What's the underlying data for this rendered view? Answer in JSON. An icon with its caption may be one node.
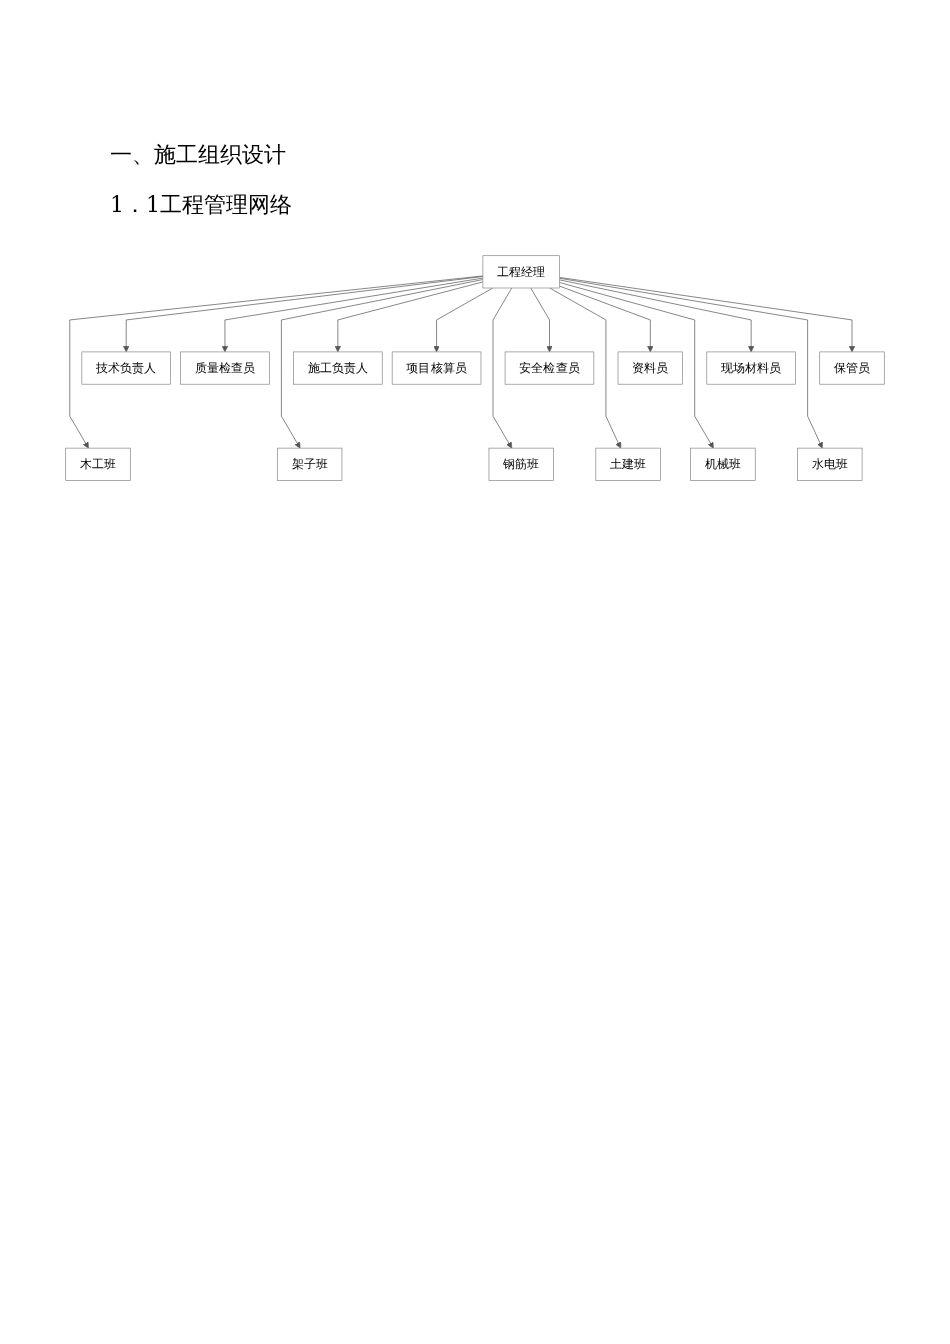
{
  "diagram": {
    "title": "一、施工组织设计",
    "labels": [
      "1．1工程管理网络"
    ],
    "nodes": [
      {
        "text": [
          "工程经理"
        ]
      },
      {
        "text": [
          "技术负责人"
        ]
      },
      {
        "text": [
          "施工负责人"
        ]
      },
      {
        "text": [
          "质量检查员"
        ]
      },
      {
        "text": [
          "安全检查员"
        ]
      },
      {
        "text": [
          "资料员"
        ]
      },
      {
        "text": [
          "项目核算员"
        ]
      },
      {
        "text": [
          "现场材料员"
        ]
      },
      {
        "text": [
          "保管员"
        ]
      },
      {
        "text": [
          "木工班"
        ]
      },
      {
        "text": [
          "架子班"
        ]
      },
      {
        "text": [
          "钢筋班"
        ]
      },
      {
        "text": [
          "土建班"
        ]
      },
      {
        "text": [
          "机械班"
        ]
      },
      {
        "text": [
          "水电班"
        ]
      }
    ],
    "edges": [
      {
        "from": 0,
        "to": 1,
        "arrow": "to"
      },
      {
        "from": 0,
        "to": 2,
        "arrow": "to"
      },
      {
        "from": 0,
        "to": 3,
        "arrow": "to"
      },
      {
        "from": 0,
        "to": 4,
        "arrow": "to"
      },
      {
        "from": 0,
        "to": 5,
        "arrow": "to"
      },
      {
        "from": 0,
        "to": 6,
        "arrow": "to"
      },
      {
        "from": 0,
        "to": 7,
        "arrow": "to"
      },
      {
        "from": 0,
        "to": 8,
        "arrow": "to"
      },
      {
        "from": 0,
        "to": 9,
        "arrow": "to"
      },
      {
        "from": 0,
        "to": 10,
        "arrow": "to"
      },
      {
        "from": 0,
        "to": 11,
        "arrow": "to"
      },
      {
        "from": 0,
        "to": 12,
        "arrow": "to"
      },
      {
        "from": 0,
        "to": 13,
        "arrow": "to"
      },
      {
        "from": 0,
        "to": 14,
        "arrow": "to"
      }
    ]
  }
}
